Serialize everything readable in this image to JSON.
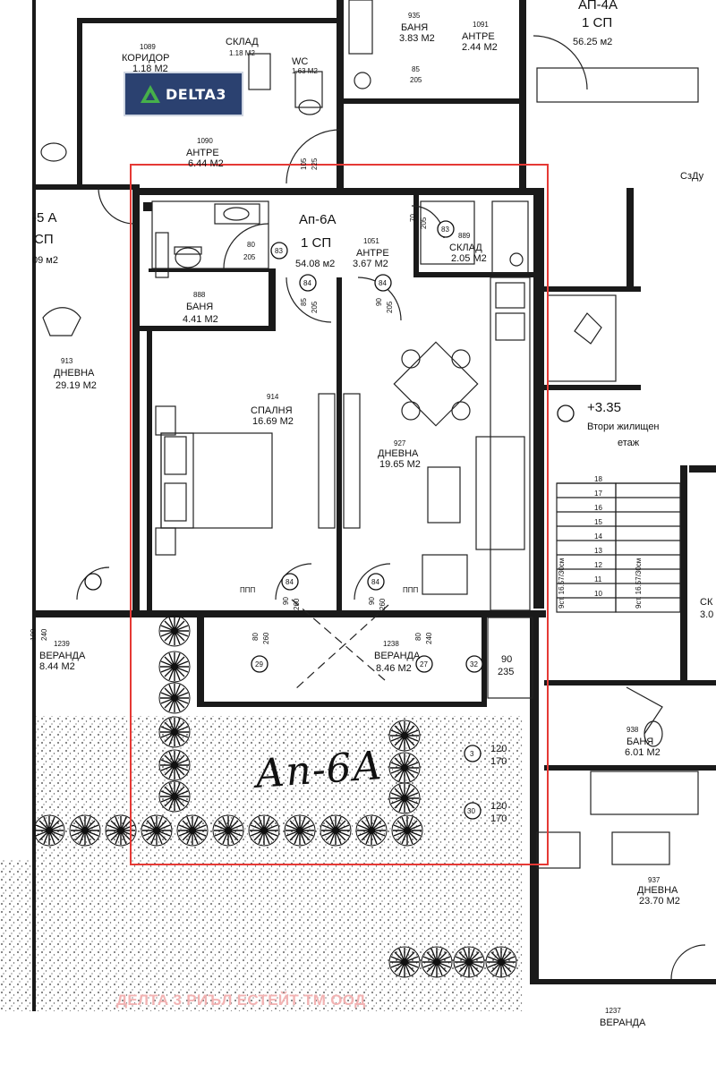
{
  "logo": {
    "text": "DELTA3",
    "colors": {
      "bg": "#2b4170",
      "triangle": "#46b04a"
    }
  },
  "watermark": "ДЕЛТА 3 РИЪЛ ЕСТЕЙТ ТМ ООД",
  "handwriting": "Ап-6А",
  "highlight_color": "#e53935",
  "apartment": {
    "name": "Ап-6А",
    "rooms": "1 СП",
    "area": "54.08 м2"
  },
  "rooms": {
    "bath": {
      "no": "888",
      "name": "БАНЯ",
      "area": "4.41 М2"
    },
    "hall": {
      "no": "1051",
      "name": "АНТРЕ",
      "area": "3.67 М2"
    },
    "storage": {
      "no": "889",
      "name": "СКЛАД",
      "area": "2.05 М2"
    },
    "bedroom": {
      "no": "914",
      "name": "СПАЛНЯ",
      "area": "16.69 М2"
    },
    "living": {
      "no": "927",
      "name": "ДНЕВНА",
      "area": "19.65 М2"
    },
    "veranda": {
      "no": "1238",
      "name": "ВЕРАНДА",
      "area": "8.46 М2"
    }
  },
  "neighbors": {
    "top_bath": {
      "no": "935",
      "name": "БАНЯ",
      "area": "3.83 М2"
    },
    "top_hall": {
      "no": "1091",
      "name": "АНТРЕ",
      "area": "2.44 М2"
    },
    "ap4a": {
      "name": "АП-4А",
      "rooms": "1 СП",
      "area": "56.25 м2"
    },
    "corridor": {
      "no": "1089",
      "name": "КОРИДОР",
      "area": "1.18 М2"
    },
    "sklad_top": {
      "name": "СКЛАД",
      "area": "1.18 М2"
    },
    "wc": {
      "name": "WC",
      "area": "1.63 М2"
    },
    "hall_left": {
      "no": "1090",
      "name": "АНТРЕ",
      "area": "6.44 М2"
    },
    "ap5a": {
      "name": "-5 А",
      "rooms": "СП",
      "area": "09 м2"
    },
    "living_left": {
      "no": "913",
      "name": "ДНЕВНА",
      "area": "29.19 М2"
    },
    "veranda_left": {
      "no": "1239",
      "name": "ВЕРАНДА",
      "area": "8.44 М2"
    },
    "sadu": {
      "name": "СзДу"
    },
    "level": {
      "mark": "+3.35",
      "line1": "Втори жилищен",
      "line2": "етаж"
    },
    "bath_right": {
      "no": "938",
      "name": "БАНЯ",
      "area": "6.01 М2"
    },
    "living_right": {
      "no": "937",
      "name": "ДНЕВНА",
      "area": "23.70 М2"
    },
    "veranda_right": {
      "no": "1237",
      "name": "ВЕРАНДА"
    },
    "stairs_label": "9ст. 16.57/30см",
    "sk": "СК",
    "sk_area": "3.0"
  },
  "steps": [
    "18",
    "17",
    "16",
    "15",
    "14",
    "13",
    "12",
    "11",
    "10"
  ],
  "doors": [
    {
      "code": "83",
      "a": "80",
      "b": "205"
    },
    {
      "code": "84",
      "a": "85",
      "b": "205"
    },
    {
      "code": "84",
      "a": "90",
      "b": "205"
    },
    {
      "code": "84",
      "a": "90",
      "b": "260"
    },
    {
      "code": "84",
      "a": "90",
      "b": "260"
    },
    {
      "code": "83",
      "a": "70",
      "b": "205"
    },
    {
      "code": "29",
      "a": "80",
      "b": "260"
    },
    {
      "code": "27",
      "a": "80",
      "b": "240"
    }
  ],
  "windows": [
    {
      "code": "3",
      "a": "120",
      "b": "170"
    },
    {
      "code": "30",
      "a": "120",
      "b": "170"
    },
    {
      "code": "32",
      "a": "90",
      "b": "235"
    }
  ],
  "misc": {
    "ppp": "ППП",
    "d105": "105",
    "d225": "225",
    "d85": "85",
    "d205": "205",
    "d100": "100",
    "d240": "240"
  }
}
